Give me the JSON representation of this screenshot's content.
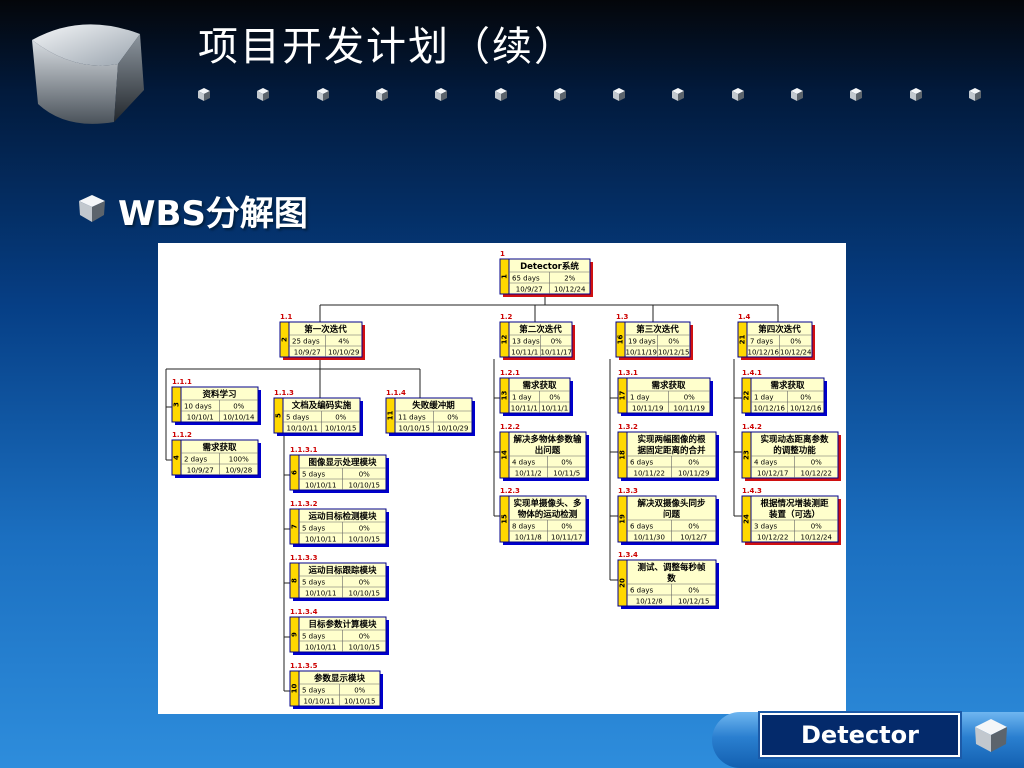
{
  "title": "项目开发计划（续）",
  "subtitle": "WBS分解图",
  "footer_button": "Detector",
  "colors": {
    "accent": "#1b6fc0",
    "node_fill": "#ffffcc",
    "node_band": "#ffd800",
    "node_border": "#00008b",
    "shadow_blue": "#0000cc",
    "shadow_red": "#d01010",
    "wbs_label": "#cc0000"
  },
  "icons": {
    "logo": "cube-logo-icon",
    "bullet": "cube-bullet-icon",
    "footer": "cube-icon"
  },
  "wbs": {
    "nodes": [
      {
        "id": "root",
        "wbs": "1",
        "num": "1",
        "name": "Detector系统",
        "days": "65 days",
        "pct": "2%",
        "start": "10/9/27",
        "end": "10/12/24",
        "shadow": "red"
      },
      {
        "id": "n11",
        "wbs": "1.1",
        "num": "2",
        "name": "第一次迭代",
        "days": "25 days",
        "pct": "4%",
        "start": "10/9/27",
        "end": "10/10/29",
        "shadow": "red"
      },
      {
        "id": "n12",
        "wbs": "1.2",
        "num": "12",
        "name": "第二次迭代",
        "days": "13 days",
        "pct": "0%",
        "start": "10/11/1",
        "end": "10/11/17",
        "shadow": "red"
      },
      {
        "id": "n13",
        "wbs": "1.3",
        "num": "16",
        "name": "第三次迭代",
        "days": "19 days",
        "pct": "0%",
        "start": "10/11/19",
        "end": "10/12/15",
        "shadow": "red"
      },
      {
        "id": "n14",
        "wbs": "1.4",
        "num": "21",
        "name": "第四次迭代",
        "days": "7 days",
        "pct": "0%",
        "start": "10/12/16",
        "end": "10/12/24",
        "shadow": "red"
      },
      {
        "id": "n111",
        "wbs": "1.1.1",
        "num": "3",
        "name": "资料学习",
        "days": "10 days",
        "pct": "0%",
        "start": "10/10/1",
        "end": "10/10/14",
        "shadow": "blue"
      },
      {
        "id": "n112",
        "wbs": "1.1.2",
        "num": "4",
        "name": "需求获取",
        "days": "2 days",
        "pct": "100%",
        "start": "10/9/27",
        "end": "10/9/28",
        "shadow": "blue"
      },
      {
        "id": "n113",
        "wbs": "1.1.3",
        "num": "5",
        "name": "文档及编码实施",
        "days": "5 days",
        "pct": "0%",
        "start": "10/10/11",
        "end": "10/10/15",
        "shadow": "blue"
      },
      {
        "id": "n114",
        "wbs": "1.1.4",
        "num": "11",
        "name": "失败缓冲期",
        "days": "11 days",
        "pct": "0%",
        "start": "10/10/15",
        "end": "10/10/29",
        "shadow": "blue"
      },
      {
        "id": "n1131",
        "wbs": "1.1.3.1",
        "num": "6",
        "name": "图像显示处理模块",
        "days": "5 days",
        "pct": "0%",
        "start": "10/10/11",
        "end": "10/10/15",
        "shadow": "blue"
      },
      {
        "id": "n1132",
        "wbs": "1.1.3.2",
        "num": "7",
        "name": "运动目标检测模块",
        "days": "5 days",
        "pct": "0%",
        "start": "10/10/11",
        "end": "10/10/15",
        "shadow": "blue"
      },
      {
        "id": "n1133",
        "wbs": "1.1.3.3",
        "num": "8",
        "name": "运动目标跟踪模块",
        "days": "5 days",
        "pct": "0%",
        "start": "10/10/11",
        "end": "10/10/15",
        "shadow": "blue"
      },
      {
        "id": "n1134",
        "wbs": "1.1.3.4",
        "num": "9",
        "name": "目标参数计算模块",
        "days": "5 days",
        "pct": "0%",
        "start": "10/10/11",
        "end": "10/10/15",
        "shadow": "blue"
      },
      {
        "id": "n1135",
        "wbs": "1.1.3.5",
        "num": "10",
        "name": "参数显示模块",
        "days": "5 days",
        "pct": "0%",
        "start": "10/10/11",
        "end": "10/10/15",
        "shadow": "blue"
      },
      {
        "id": "n121",
        "wbs": "1.2.1",
        "num": "13",
        "name": "需求获取",
        "days": "1 day",
        "pct": "0%",
        "start": "10/11/1",
        "end": "10/11/1",
        "shadow": "blue"
      },
      {
        "id": "n122",
        "wbs": "1.2.2",
        "num": "14",
        "name": "解决多物体参数输|出问题",
        "days": "4 days",
        "pct": "0%",
        "start": "10/11/2",
        "end": "10/11/5",
        "shadow": "blue"
      },
      {
        "id": "n123",
        "wbs": "1.2.3",
        "num": "15",
        "name": "实现单摄像头、多|物体的运动检测",
        "days": "8 days",
        "pct": "0%",
        "start": "10/11/8",
        "end": "10/11/17",
        "shadow": "blue"
      },
      {
        "id": "n131",
        "wbs": "1.3.1",
        "num": "17",
        "name": "需求获取",
        "days": "1 day",
        "pct": "0%",
        "start": "10/11/19",
        "end": "10/11/19",
        "shadow": "blue"
      },
      {
        "id": "n132",
        "wbs": "1.3.2",
        "num": "18",
        "name": "实现两幅图像的根|据固定距离的合并",
        "days": "6 days",
        "pct": "0%",
        "start": "10/11/22",
        "end": "10/11/29",
        "shadow": "blue"
      },
      {
        "id": "n133",
        "wbs": "1.3.3",
        "num": "19",
        "name": "解决双摄像头同步|问题",
        "days": "6 days",
        "pct": "0%",
        "start": "10/11/30",
        "end": "10/12/7",
        "shadow": "blue"
      },
      {
        "id": "n134",
        "wbs": "1.3.4",
        "num": "20",
        "name": "测试、调整每秒帧|数",
        "days": "6 days",
        "pct": "0%",
        "start": "10/12/8",
        "end": "10/12/15",
        "shadow": "blue"
      },
      {
        "id": "n141",
        "wbs": "1.4.1",
        "num": "22",
        "name": "需求获取",
        "days": "1 day",
        "pct": "0%",
        "start": "10/12/16",
        "end": "10/12/16",
        "shadow": "blue"
      },
      {
        "id": "n142",
        "wbs": "1.4.2",
        "num": "23",
        "name": "实现动态距离参数|的调整功能",
        "days": "4 days",
        "pct": "0%",
        "start": "10/12/17",
        "end": "10/12/22",
        "shadow": "red"
      },
      {
        "id": "n143",
        "wbs": "1.4.3",
        "num": "24",
        "name": "根据情况增装测距|装置（可选）",
        "days": "3 days",
        "pct": "0%",
        "start": "10/12/22",
        "end": "10/12/24",
        "shadow": "red"
      }
    ]
  }
}
